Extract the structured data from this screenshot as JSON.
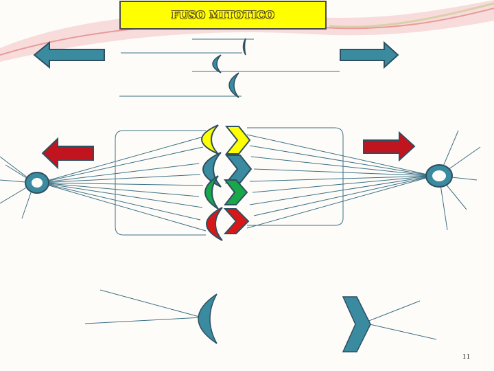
{
  "slide": {
    "title": "FUSO MITOTICO",
    "page_number": "11"
  },
  "colors": {
    "teal": "#3a8aa0",
    "teal_dark": "#2d6f82",
    "yellow": "#ffff00",
    "green": "#18a84a",
    "red": "#d81818",
    "arrow_red": "#c0141e",
    "line": "#3a6f84",
    "swoosh": "#e89a9a"
  },
  "elements": {
    "arrows_top": [
      "arrow-left",
      "arrow-right"
    ],
    "arrows_middle": [
      "arrow-left",
      "arrow-right"
    ],
    "chromosome_colors": [
      "yellow",
      "teal",
      "green",
      "red"
    ],
    "centrosomes": 2
  }
}
